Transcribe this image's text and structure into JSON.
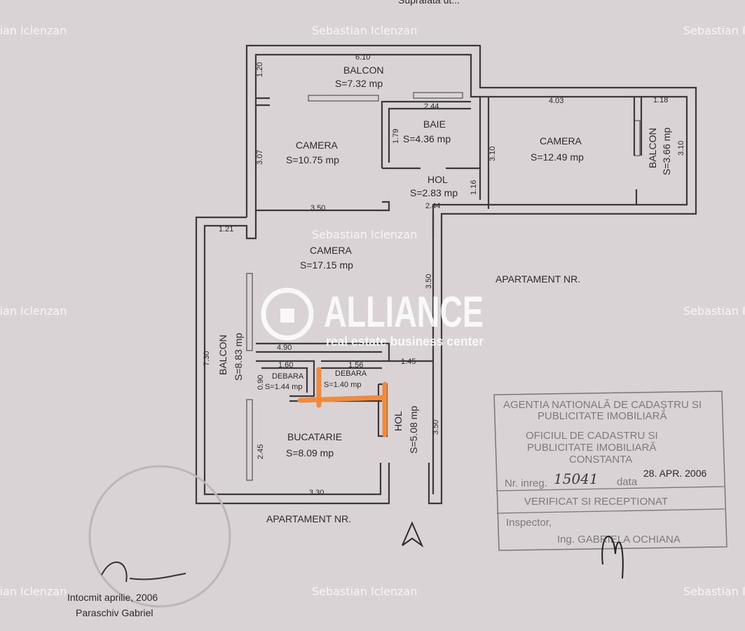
{
  "header_fragment": "Suprafata ut...",
  "rooms": [
    {
      "name": "BALCON",
      "area": "S=7.32 mp"
    },
    {
      "name": "BAIE",
      "area": "S=4.36 mp"
    },
    {
      "name": "CAMERA",
      "area": "S=10.75 mp"
    },
    {
      "name": "CAMERA",
      "area": "S=12.49 mp"
    },
    {
      "name": "BALCON",
      "area": "S=3.66 mp"
    },
    {
      "name": "HOL",
      "area": "S=2.83 mp"
    },
    {
      "name": "CAMERA",
      "area": "S=17.15 mp"
    },
    {
      "name": "BALCON",
      "area": "S=8.83 mp"
    },
    {
      "name": "DEBARA",
      "area": "S=1.44 mp"
    },
    {
      "name": "DEBARA",
      "area": "S=1.40 mp"
    },
    {
      "name": "BUCATARIE",
      "area": "S=8.09 mp"
    },
    {
      "name": "HOL",
      "area": "S=5.08 mp"
    }
  ],
  "dimensions": [
    "6.10",
    "1.20",
    "2.44",
    "1.79",
    "3.07",
    "4.03",
    "1.18",
    "3.10",
    "3.10",
    "3.50",
    "2.44",
    "1.16",
    "1.21",
    "3.50",
    "7.30",
    "4.90",
    "1.45",
    "1.60",
    "1.56",
    "0.90",
    "3.50",
    "2.45",
    "3.30"
  ],
  "neighbors": {
    "right": "APARTAMENT NR.",
    "bottom": "APARTAMENT NR."
  },
  "stamp": {
    "line1": "AGENTIA NATIONALĂ DE CADAȘTRU SI",
    "line2": "PUBLICITATE IMOBILIARĂ",
    "line3": "OFICIUL DE CADASTRU SI",
    "line4": "PUBLICITATE IMOBILIARĂ",
    "line5": "CONSTANTA",
    "reg_label": "Nr. inreg.",
    "reg_number": "15041",
    "date_label": "data",
    "date": "28. APR. 2006",
    "verified": "VERIFICAT SI RECEPTIONAT",
    "inspector_label": "Inspector,",
    "inspector_name": "Ing. GABRIELA OCHIANA"
  },
  "author": {
    "line1": "Intocmit aprilie, 2006",
    "line2": "Paraschiv Gabriel"
  },
  "logo": {
    "name": "ALLIANCE",
    "tagline": "real estate business center"
  },
  "watermark": "Sebastian Iclenzan",
  "colors": {
    "paper": "#d9d3d6",
    "ink": "#3b3939",
    "highlight": "#f08a3c"
  }
}
